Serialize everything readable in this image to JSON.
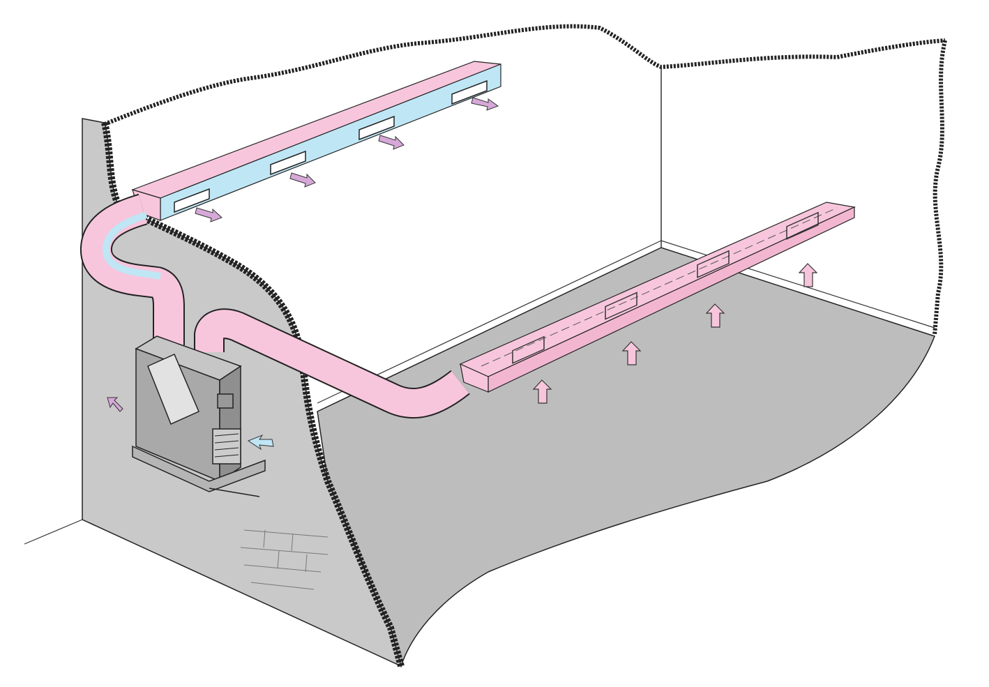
{
  "figure": {
    "subject": "ducted-air-heater-system",
    "colors": {
      "wall": "#c9c9c9",
      "floor": "#bdbdbd",
      "supply_duct": "#f7c6dc",
      "return_air": "#bfe6f5",
      "heater": "#a9a9a9",
      "outline": "#222222"
    },
    "supply_grilles": 4,
    "floor_grilles": 4
  }
}
